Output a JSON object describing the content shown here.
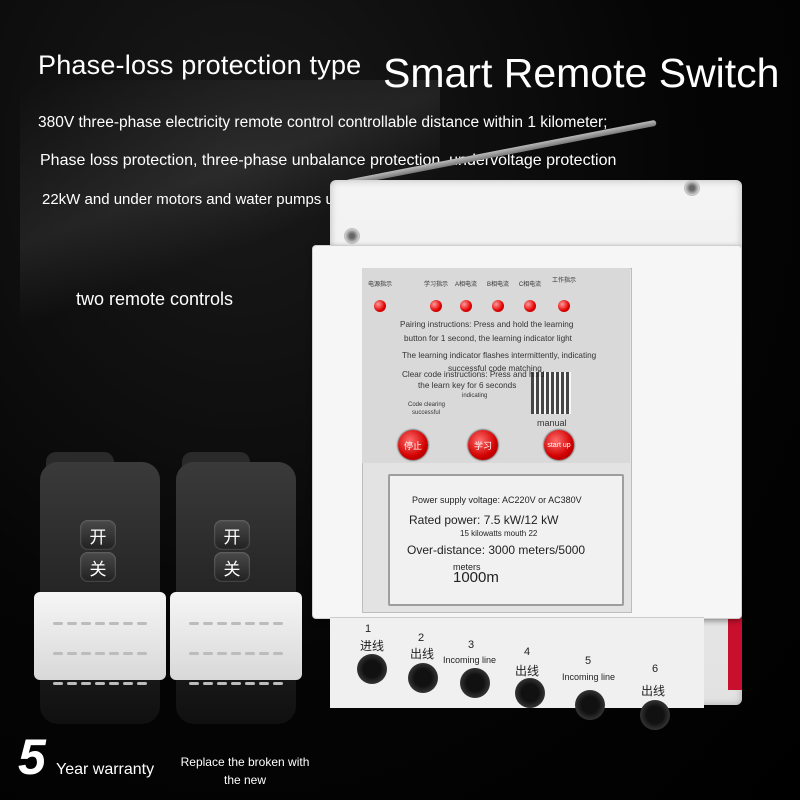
{
  "headline": {
    "left_title": "Phase-loss protection type",
    "right_title": "Smart Remote Switch"
  },
  "features": [
    "380V three-phase electricity remote control controllable distance within 1 kilometer;",
    "Phase loss protection, three-phase unbalance protection, undervoltage protection",
    "22kW and under motors and water pumps used directly"
  ],
  "remotes": {
    "label": "two remote controls",
    "button_on": "开",
    "button_off": "关"
  },
  "panel": {
    "indicators": [
      "电源指示",
      "学习指示",
      "A相电流",
      "B相电流",
      "C相电流",
      "工作指示"
    ],
    "instructions": [
      "Pairing instructions: Press and hold the learning",
      "button for 1 second, the learning indicator light",
      "The learning indicator flashes intermittently, indicating",
      "successful code matching",
      "Clear code instructions: Press and hold",
      "the learn key for 6 seconds",
      "indicating",
      "Code clearing",
      "successful"
    ],
    "qr_caption": "manual",
    "buttons": [
      "停止",
      "学习",
      "start up"
    ]
  },
  "rating_label": {
    "supply": "Power supply voltage: AC220V or AC380V",
    "rated_power": "Rated power: 7.5 kW/12 kW",
    "rated_sub": "15 kilowatts mouth 22",
    "distance": "Over-distance: 3000 meters/5000",
    "distance_cont": "meters",
    "distance_big": "1000m"
  },
  "terminals": [
    {
      "num": "1",
      "label": "进线"
    },
    {
      "num": "2",
      "label": "出线"
    },
    {
      "num": "3",
      "label": "Incoming line"
    },
    {
      "num": "4",
      "label": "出线"
    },
    {
      "num": "5",
      "label": "Incoming line"
    },
    {
      "num": "6",
      "label": "出线"
    }
  ],
  "warranty": {
    "number": "5",
    "text": "Year warranty",
    "replace": "Replace the broken with the new"
  },
  "colors": {
    "background": "#000000",
    "indicator_red": "#e00000",
    "device_white": "#f4f4f4"
  }
}
